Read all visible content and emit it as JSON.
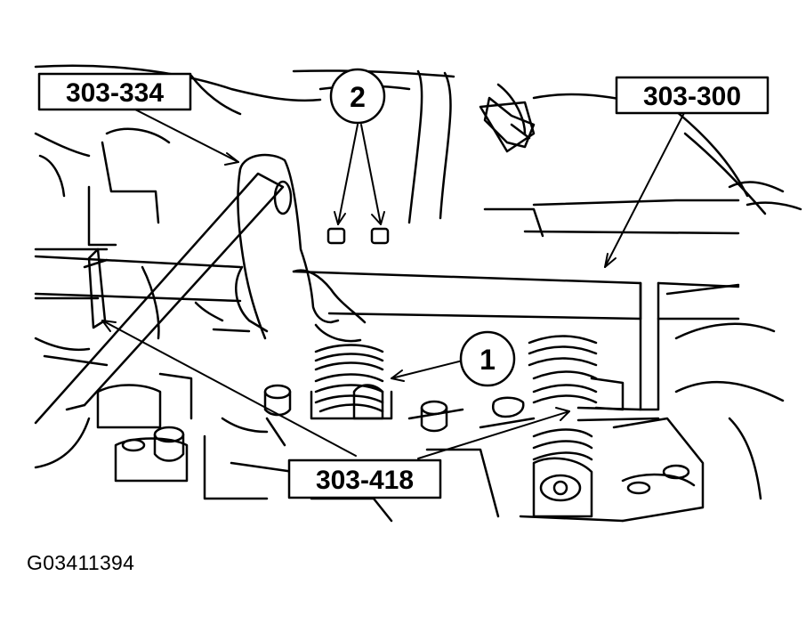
{
  "figure": {
    "figure_id": "G03411394"
  },
  "tool_labels": {
    "tool_303_334": "303-334",
    "tool_303_300": "303-300",
    "tool_303_418": "303-418"
  },
  "callouts": {
    "callout_1": "1",
    "callout_2": "2"
  },
  "colors": {
    "ink": "#000000",
    "paper": "#ffffff"
  }
}
